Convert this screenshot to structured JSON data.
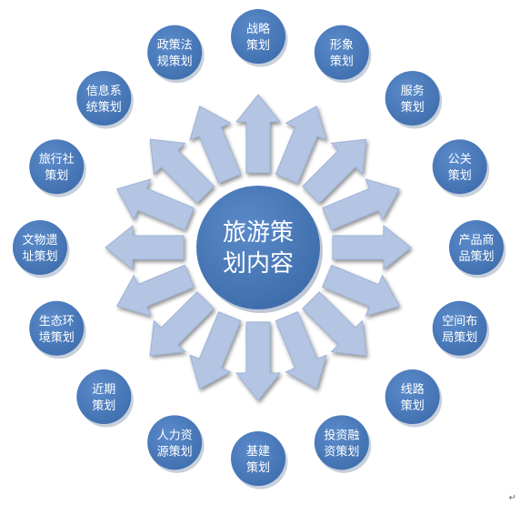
{
  "center": {
    "lines": [
      "旅游策",
      "划内容"
    ]
  },
  "nodes": [
    {
      "id": "strategy",
      "lines": [
        "战略",
        "策划"
      ]
    },
    {
      "id": "image",
      "lines": [
        "形象",
        "策划"
      ]
    },
    {
      "id": "service",
      "lines": [
        "服务",
        "策划"
      ]
    },
    {
      "id": "public-relations",
      "lines": [
        "公关",
        "策划"
      ]
    },
    {
      "id": "product",
      "lines": [
        "产品商",
        "品策划"
      ]
    },
    {
      "id": "spatial-layout",
      "lines": [
        "空间布",
        "局策划"
      ]
    },
    {
      "id": "route",
      "lines": [
        "线路",
        "策划"
      ]
    },
    {
      "id": "investment",
      "lines": [
        "投资融",
        "资策划"
      ]
    },
    {
      "id": "infrastructure",
      "lines": [
        "基建",
        "策划"
      ]
    },
    {
      "id": "human-resources",
      "lines": [
        "人力资",
        "源策划"
      ]
    },
    {
      "id": "near-term",
      "lines": [
        "近期",
        "策划"
      ]
    },
    {
      "id": "ecology",
      "lines": [
        "生态环",
        "境策划"
      ]
    },
    {
      "id": "heritage-site",
      "lines": [
        "文物遗",
        "址策划"
      ]
    },
    {
      "id": "travel-agency",
      "lines": [
        "旅行社",
        "策划"
      ]
    },
    {
      "id": "information-system",
      "lines": [
        "信息系",
        "统策划"
      ]
    },
    {
      "id": "policy",
      "lines": [
        "政策法",
        "规策划"
      ]
    }
  ],
  "colors": {
    "node_fill": "#4a7bbd",
    "node_shadow": "#9aa9bd",
    "arrow_fill": "#b3c5e3",
    "arrow_stroke": "#9db2d6",
    "center_fill": "#4a7bbd",
    "center_shadow": "#93a2b8",
    "text": "#ffffff"
  },
  "watermark": "↵"
}
